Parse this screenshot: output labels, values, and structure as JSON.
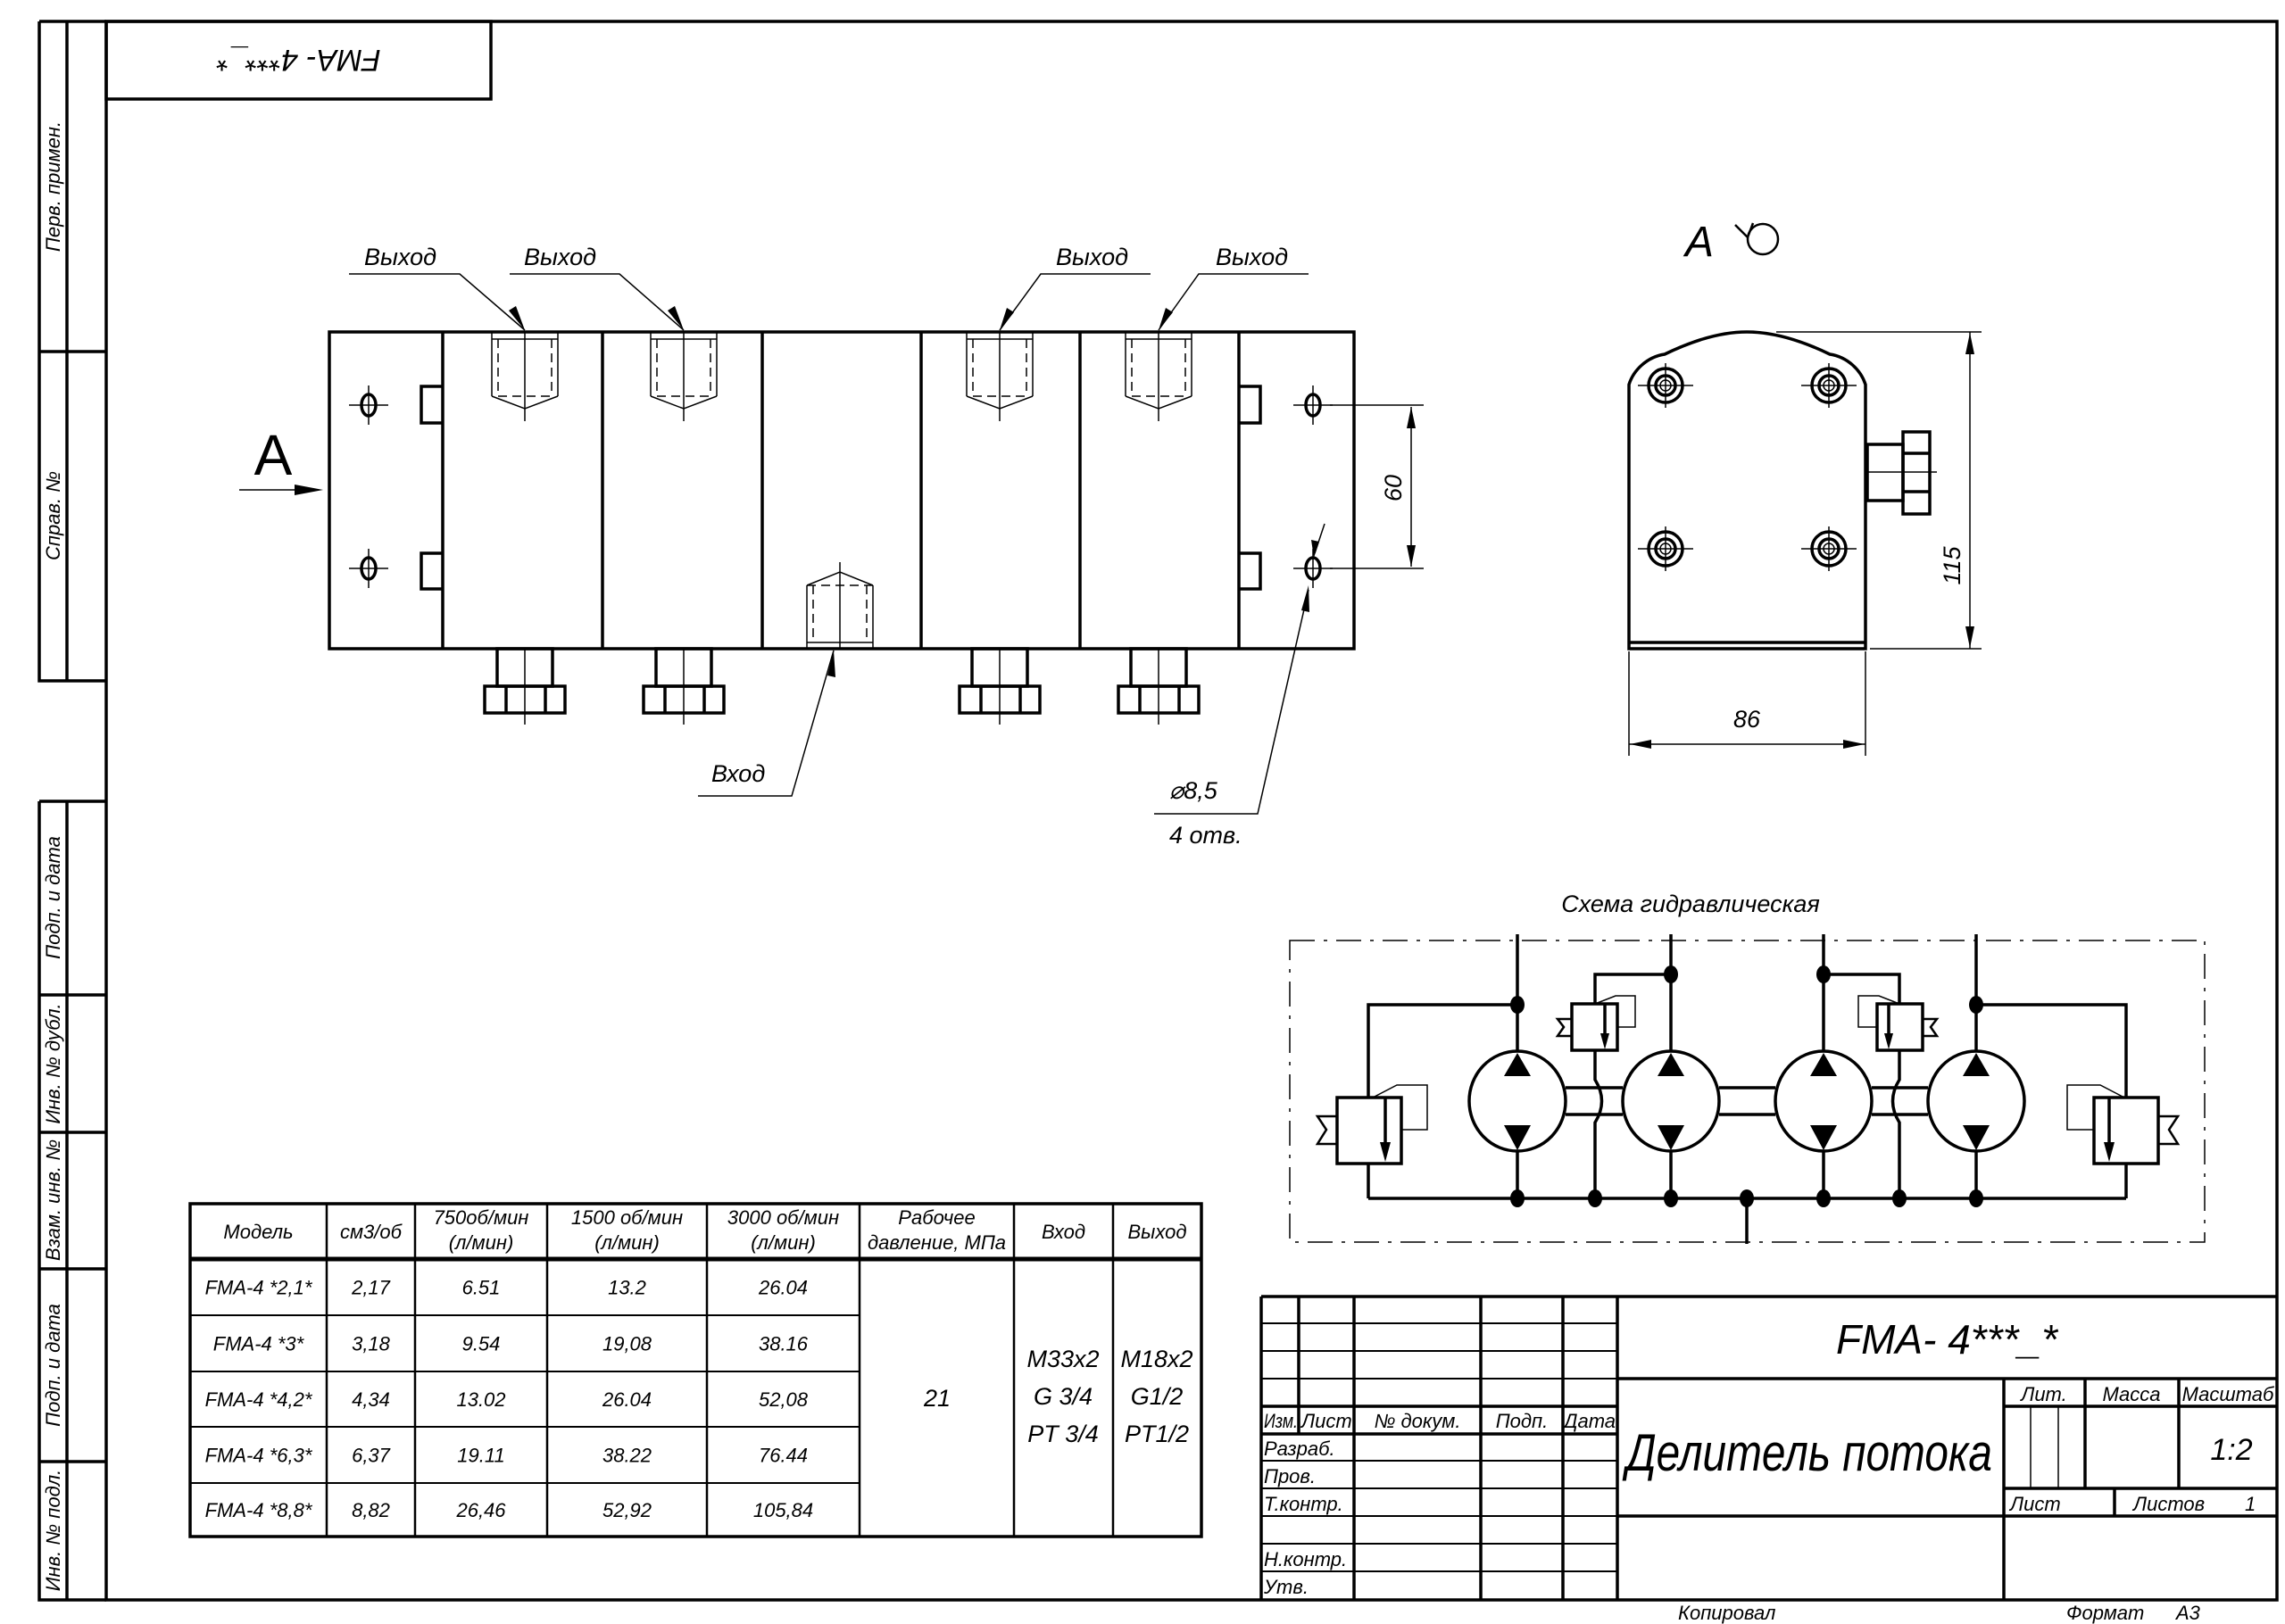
{
  "stamp_top": "FMA- 4***_*",
  "side_strip": [
    "Перв. примен.",
    "Справ. №",
    "Подп. и дата",
    "Инв. № дубл.",
    "Взам. инв. №",
    "Подп. и дата",
    "Инв. № подл."
  ],
  "front_view": {
    "view_label": "A",
    "outlets": [
      "Выход",
      "Выход",
      "Выход",
      "Выход"
    ],
    "inlet": "Вход",
    "hole_diameter": "⌀8,5",
    "hole_count": "4 отв.",
    "dim_holes": "60"
  },
  "side_view": {
    "view_label": "A",
    "dim_height": "115",
    "dim_width": "86"
  },
  "schema": {
    "title": "Схема гидравлическая"
  },
  "table": {
    "headers": [
      [
        "Модель"
      ],
      [
        "см3/об"
      ],
      [
        "750об/мин",
        "(л/мин)"
      ],
      [
        "1500 об/мин",
        "(л/мин)"
      ],
      [
        "3000 об/мин",
        "(л/мин)"
      ],
      [
        "Рабочее",
        "давление, МПа"
      ],
      [
        "Вход"
      ],
      [
        "Выход"
      ]
    ],
    "rows": [
      [
        "FMA-4 *2,1*",
        "2,17",
        "6.51",
        "13.2",
        "26.04"
      ],
      [
        "FMA-4 *3*",
        "3,18",
        "9.54",
        "19,08",
        "38.16"
      ],
      [
        "FMA-4 *4,2*",
        "4,34",
        "13.02",
        "26.04",
        "52,08"
      ],
      [
        "FMA-4 *6,3*",
        "6,37",
        "19.11",
        "38.22",
        "76.44"
      ],
      [
        "FMA-4 *8,8*",
        "8,82",
        "26,46",
        "52,92",
        "105,84"
      ]
    ],
    "pressure": "21",
    "inlet_threads": [
      "M33x2",
      "G 3/4",
      "PT 3/4"
    ],
    "outlet_threads": [
      "M18x2",
      "G1/2",
      "PT1/2"
    ]
  },
  "title_block": {
    "designation": "FMA- 4***_*",
    "name": "Делитель потока",
    "col_izm": "Изм.",
    "col_list": "Лист",
    "col_doc": "№ докум.",
    "col_sign": "Подп.",
    "col_date": "Дата",
    "role_developer": "Разраб.",
    "role_checker": "Пров.",
    "role_tech": "Т.контр.",
    "role_norm": "Н.контр.",
    "role_approve": "Утв.",
    "lit_label": "Лит.",
    "mass_label": "Масса",
    "scale_label": "Масштаб",
    "scale_value": "1:2",
    "sheet_label": "Лист",
    "sheets_label": "Листов",
    "sheets_value": "1",
    "copied_label": "Копировал",
    "format_label": "Формат",
    "format_value": "А3"
  }
}
